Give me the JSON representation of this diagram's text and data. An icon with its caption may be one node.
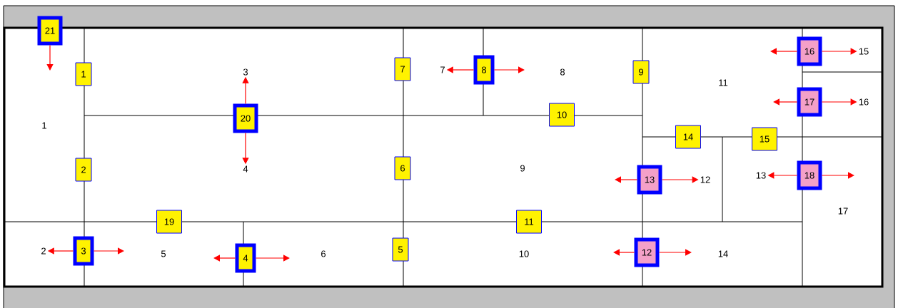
{
  "diagram": {
    "nodes": [
      {
        "text": [
          "1"
        ]
      },
      {
        "text": [
          "2"
        ]
      },
      {
        "text": [
          "3"
        ]
      },
      {
        "text": [
          "4"
        ]
      },
      {
        "text": [
          "5"
        ]
      },
      {
        "text": [
          "6"
        ]
      },
      {
        "text": [
          "7"
        ]
      },
      {
        "text": [
          "8"
        ]
      },
      {
        "text": [
          "9"
        ]
      },
      {
        "text": [
          "10"
        ]
      },
      {
        "text": [
          "11"
        ]
      },
      {
        "text": [
          "12"
        ]
      },
      {
        "text": [
          "13"
        ]
      },
      {
        "text": [
          "14"
        ]
      },
      {
        "text": [
          "15"
        ]
      },
      {
        "text": [
          "16"
        ]
      },
      {
        "text": [
          "17"
        ]
      },
      {
        "text": [
          "18"
        ]
      },
      {
        "text": [
          "19"
        ]
      },
      {
        "text": [
          "20"
        ]
      },
      {
        "text": [
          "21"
        ]
      },
      {
        "text": [
          "1"
        ]
      },
      {
        "text": [
          "2"
        ]
      },
      {
        "text": [
          "3"
        ]
      },
      {
        "text": [
          "4"
        ]
      },
      {
        "text": [
          "5"
        ]
      },
      {
        "text": [
          "6"
        ]
      },
      {
        "text": [
          "7"
        ]
      },
      {
        "text": [
          "8"
        ]
      },
      {
        "text": [
          "9"
        ]
      },
      {
        "text": [
          "10"
        ]
      },
      {
        "text": [
          "11"
        ]
      },
      {
        "text": [
          "12"
        ]
      },
      {
        "text": [
          "13"
        ]
      },
      {
        "text": [
          "14"
        ]
      },
      {
        "text": [
          "15"
        ]
      },
      {
        "text": [
          "16"
        ]
      },
      {
        "text": [
          "17"
        ]
      }
    ],
    "edges": [
      {
        "from": 2,
        "to": 22,
        "arrow": "to"
      },
      {
        "from": 2,
        "to": null,
        "arrow": "to"
      },
      {
        "from": 3,
        "to": null,
        "arrow": "to"
      },
      {
        "from": 3,
        "to": null,
        "arrow": "to"
      },
      {
        "from": 7,
        "to": 27,
        "arrow": "to"
      },
      {
        "from": 7,
        "to": null,
        "arrow": "to"
      },
      {
        "from": 11,
        "to": null,
        "arrow": "to"
      },
      {
        "from": 11,
        "to": null,
        "arrow": "to"
      },
      {
        "from": 12,
        "to": null,
        "arrow": "to"
      },
      {
        "from": 12,
        "to": 32,
        "arrow": "to"
      },
      {
        "from": 15,
        "to": null,
        "arrow": "to"
      },
      {
        "from": 15,
        "to": 35,
        "arrow": "to"
      },
      {
        "from": 16,
        "to": null,
        "arrow": "to"
      },
      {
        "from": 16,
        "to": 36,
        "arrow": "to"
      },
      {
        "from": 17,
        "to": 33,
        "arrow": "to"
      },
      {
        "from": 17,
        "to": null,
        "arrow": "to"
      },
      {
        "from": 19,
        "to": 23,
        "arrow": "to"
      },
      {
        "from": 19,
        "to": 24,
        "arrow": "to"
      },
      {
        "from": 20,
        "to": null,
        "arrow": "to"
      }
    ]
  }
}
